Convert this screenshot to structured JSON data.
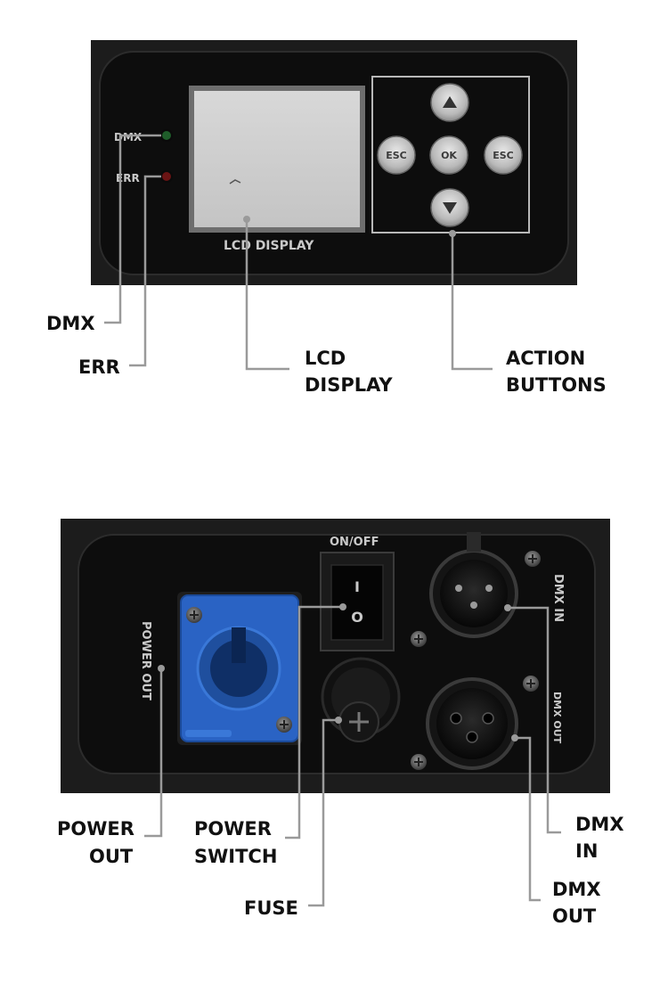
{
  "top_panel": {
    "led_dmx_label": "DMX",
    "led_err_label": "ERR",
    "lcd_caption": "LCD DISPLAY",
    "buttons": {
      "left_label": "ESC",
      "center_label": "OK",
      "right_label": "ESC"
    }
  },
  "top_callouts": {
    "dmx": "DMX",
    "err": "ERR",
    "lcd_line1": "LCD",
    "lcd_line2": "DISPLAY",
    "action_line1": "ACTION",
    "action_line2": "BUTTONS"
  },
  "bottom_panel": {
    "switch_caption": "ON/OFF",
    "switch_on_mark": "I",
    "switch_off_mark": "O",
    "power_out_label": "POWER OUT",
    "dmx_in_label": "DMX IN",
    "dmx_out_label": "DMX OUT"
  },
  "bottom_callouts": {
    "power_out_line1": "POWER",
    "power_out_line2": "OUT",
    "power_switch_line1": "POWER",
    "power_switch_line2": "SWITCH",
    "fuse": "FUSE",
    "dmx_in_line1": "DMX",
    "dmx_in_line2": "IN",
    "dmx_out_line1": "DMX",
    "dmx_out_line2": "OUT"
  },
  "colors": {
    "panel_dark": "#141414",
    "panel_face": "#0c0c0c",
    "powercon_blue": "#2a63c4",
    "led_green": "#1f5d2a",
    "led_red": "#6a1414",
    "leader_gray": "#9a9a9a"
  }
}
